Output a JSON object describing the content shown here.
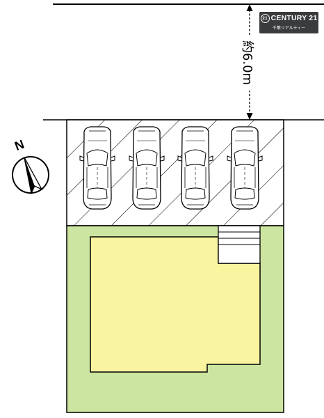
{
  "colors": {
    "line": "#000000",
    "lot_green": "#cce5a0",
    "building_yellow": "#f8f4a0",
    "logo_bg": "#3a3b3d",
    "logo_text": "#ffffff"
  },
  "brand": {
    "name": "CENTURY 21",
    "mark": "21",
    "sub": "千葉リアルティー"
  },
  "road": {
    "width_label": "約6.0m"
  },
  "compass": {
    "label": "N"
  },
  "parking": {
    "car_count": 4
  }
}
